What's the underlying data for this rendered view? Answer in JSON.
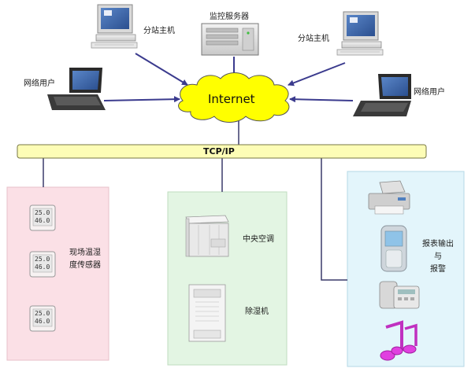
{
  "nodes": {
    "pc_left": "分站主机",
    "server": "监控服务器",
    "pc_right": "分站主机",
    "laptop_left": "网络用户",
    "laptop_right": "网络用户",
    "internet": "Internet",
    "bus": "TCP/IP"
  },
  "groups": {
    "sensors": {
      "line1": "现场温湿",
      "line2": "度传感器",
      "reading_top": "25.0",
      "reading_bottom": "46.0"
    },
    "climate": {
      "ac": "中央空调",
      "dehumidifier": "除湿机"
    },
    "output": {
      "line1": "报表输出",
      "line2": "与",
      "line3": "报警"
    }
  },
  "colors": {
    "bus_fill": "#fdfdb6",
    "cloud_fill": "#ffff00",
    "arrow": "#3b3b8e",
    "sensors_bg": "#fbe0e6",
    "climate_bg": "#e3f5e3",
    "output_bg": "#e3f5fb"
  }
}
